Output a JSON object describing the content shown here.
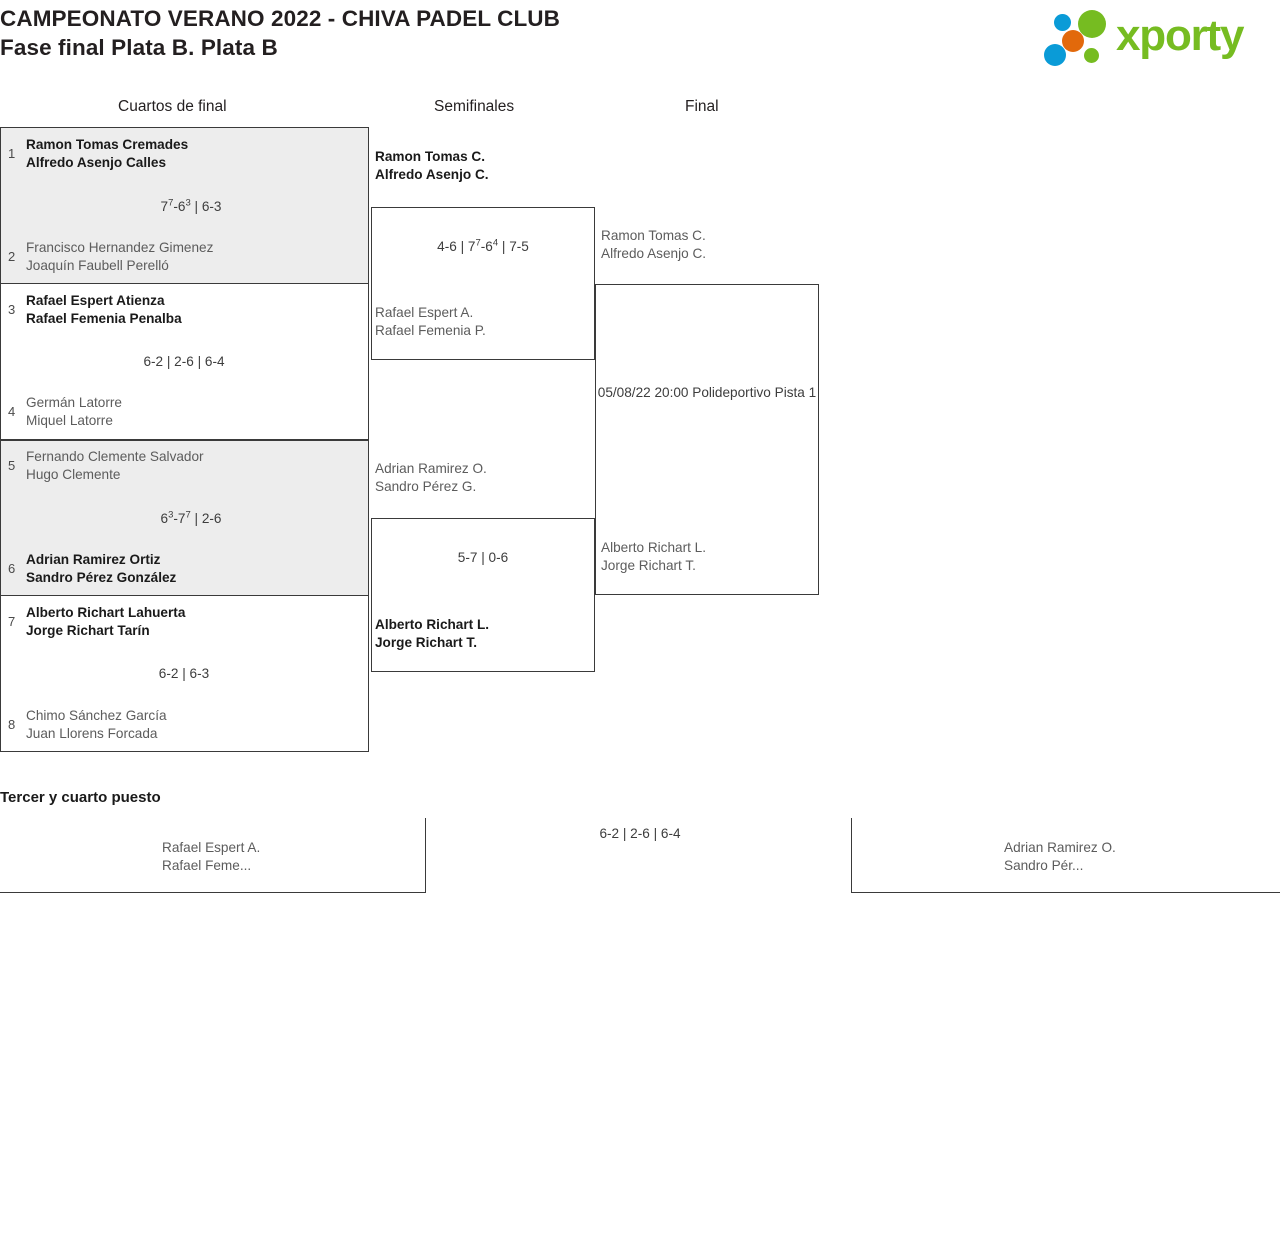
{
  "header": {
    "title_line1": "CAMPEONATO VERANO 2022 - CHIVA PADEL CLUB",
    "title_line2": "Fase final Plata B. Plata B",
    "logo_text": "xporty",
    "logo_colors": {
      "green": "#76bc21",
      "blue": "#0a9bd7",
      "orange": "#e2690b"
    }
  },
  "rounds": [
    {
      "label": "Cuartos de final"
    },
    {
      "label": "Semifinales"
    },
    {
      "label": "Final"
    }
  ],
  "quarterfinals": [
    {
      "top": {
        "seed": "1",
        "p1": "Ramon Tomas Cremades",
        "p2": "Alfredo Asenjo Calles",
        "winner": true
      },
      "bottom": {
        "seed": "2",
        "p1": "Francisco Hernandez Gimenez",
        "p2": "Joaquín Faubell Perelló",
        "winner": false
      },
      "score": "7<sup>7</sup>-6<sup>3</sup> | 6-3",
      "shaded": true
    },
    {
      "top": {
        "seed": "3",
        "p1": "Rafael Espert Atienza",
        "p2": "Rafael Femenia Penalba",
        "winner": true
      },
      "bottom": {
        "seed": "4",
        "p1": "Germán Latorre",
        "p2": "Miquel Latorre",
        "winner": false
      },
      "score": "6-2 | 2-6 | 6-4",
      "shaded": false
    },
    {
      "top": {
        "seed": "5",
        "p1": "Fernando Clemente Salvador",
        "p2": "Hugo Clemente",
        "winner": false
      },
      "bottom": {
        "seed": "6",
        "p1": "Adrian Ramirez Ortiz",
        "p2": "Sandro Pérez González",
        "winner": true
      },
      "score": "6<sup>3</sup>-7<sup>7</sup> | 2-6",
      "shaded": true
    },
    {
      "top": {
        "seed": "7",
        "p1": "Alberto Richart Lahuerta",
        "p2": "Jorge Richart Tarín",
        "winner": true
      },
      "bottom": {
        "seed": "8",
        "p1": "Chimo Sánchez García",
        "p2": "Juan Llorens Forcada",
        "winner": false
      },
      "score": "6-2 | 6-3",
      "shaded": false
    }
  ],
  "semifinals": [
    {
      "top": {
        "p1": "Ramon Tomas C.",
        "p2": "Alfredo Asenjo C.",
        "winner": true
      },
      "bottom": {
        "p1": "Rafael Espert A.",
        "p2": "Rafael Femenia P.",
        "winner": false
      },
      "score": "4-6 | 7<sup>7</sup>-6<sup>4</sup> | 7-5"
    },
    {
      "top": {
        "p1": "Adrian Ramirez O.",
        "p2": "Sandro Pérez G.",
        "winner": false
      },
      "bottom": {
        "p1": "Alberto Richart L.",
        "p2": "Jorge Richart T.",
        "winner": true
      },
      "score": "5-7 | 0-6"
    }
  ],
  "final": {
    "top": {
      "p1": "Ramon Tomas C.",
      "p2": "Alfredo Asenjo C.",
      "winner": false
    },
    "bottom": {
      "p1": "Alberto Richart L.",
      "p2": "Jorge Richart T.",
      "winner": false
    },
    "schedule_line1": "05/08/22 20:00 Polideportivo",
    "schedule_line2": "Pista 1"
  },
  "third_place": {
    "title": "Tercer y cuarto puesto",
    "left": {
      "p1": "Rafael Espert A.",
      "p2": "Rafael Feme..."
    },
    "right": {
      "p1": "Adrian Ramirez O.",
      "p2": "Sandro Pér..."
    },
    "score": "6-2 | 2-6 | 6-4"
  }
}
